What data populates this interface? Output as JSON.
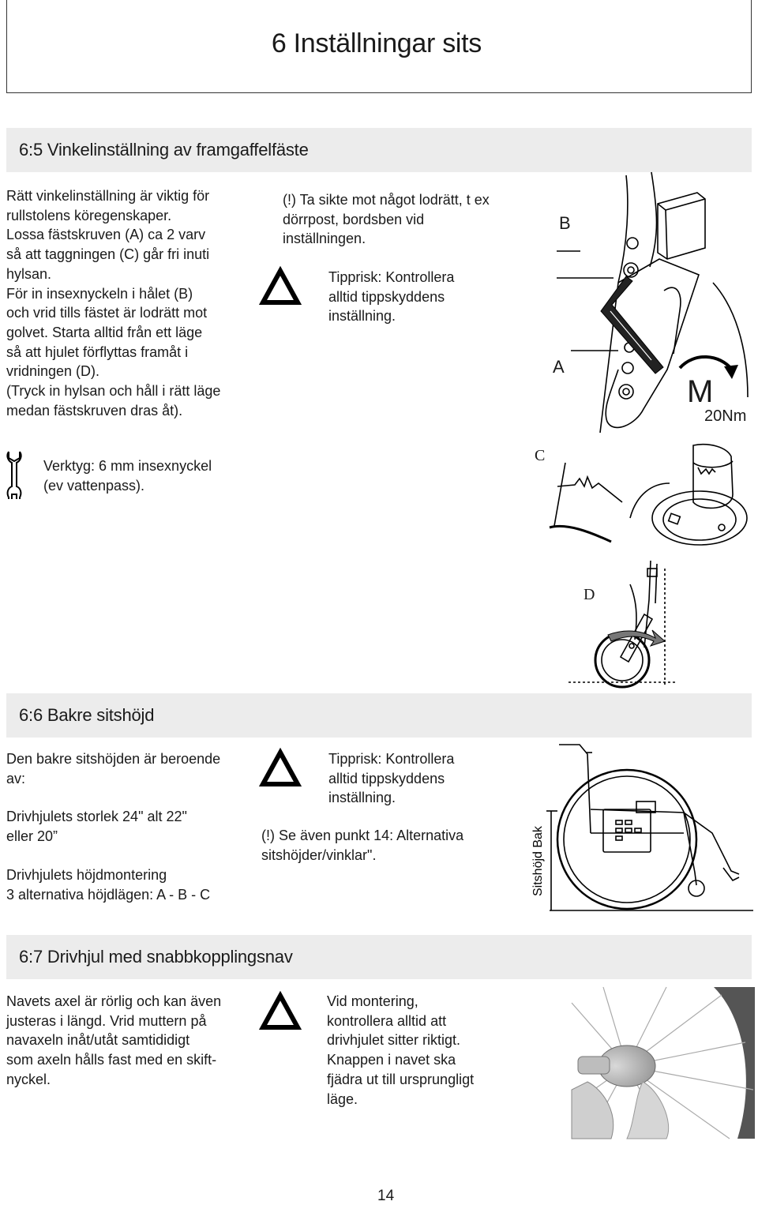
{
  "header": {
    "title": "6 Inställningar sits"
  },
  "section_65": {
    "title": "6:5  Vinkelinställning av framgaffelfäste",
    "body": "Rätt vinkelinställning är viktig för\nrullstolens köregenskaper.\nLossa fästskruven (A) ca 2 varv\nså att taggningen (C) går fri inuti\nhylsan.\nFör in insexnyckeln i hålet (B)\noch vrid tills fästet är lodrätt mot\ngolvet. Starta alltid från ett läge\nså att hjulet förflyttas framåt i\nvridningen (D).\n(Tryck in hylsan och håll i rätt läge\nmedan fästskruven dras åt).",
    "note": "(!)  Ta sikte mot något lodrätt, t ex\n      dörrpost, bordsben vid\n      inställningen.",
    "warning": "Tipprisk: Kontrollera\nalltid tippskyddens\ninställning.",
    "tool": "Verktyg:  6 mm insexnyckel\n(ev vattenpass).",
    "figure_labels": {
      "b": "B",
      "a": "A",
      "torque_m": "M",
      "torque_value": "20Nm",
      "c": "C",
      "d": "D"
    }
  },
  "section_66": {
    "title": "6:6  Bakre sitshöjd",
    "body_1": "Den bakre sitshöjden är beroende\nav:",
    "body_2": "Drivhjulets storlek 24\" alt 22\"\neller 20”",
    "body_3": "Drivhjulets höjdmontering\n3 alternativa höjdlägen: A - B - C",
    "warning": "Tipprisk: Kontrollera\nalltid tippskyddens\ninställning.",
    "note": "(!)  Se även punkt 14: Alternativa\n      sitshöjder/vinklar\".",
    "figure_label": "Sitshöjd Bak"
  },
  "section_67": {
    "title": "6:7  Drivhjul med snabbkopplingsnav",
    "body": "Navets axel är rörlig och kan även\njusteras i längd. Vrid muttern på\nnavaxeln inåt/utåt samtididigt\nsom axeln hålls fast med en skift-\nnyckel.",
    "warning": "Vid montering,\nkontrollera alltid att\ndrivhjulet sitter riktigt.\nKnappen i navet ska\nfjädra ut till ursprungligt\nläge."
  },
  "footer": {
    "page_number": "14"
  }
}
